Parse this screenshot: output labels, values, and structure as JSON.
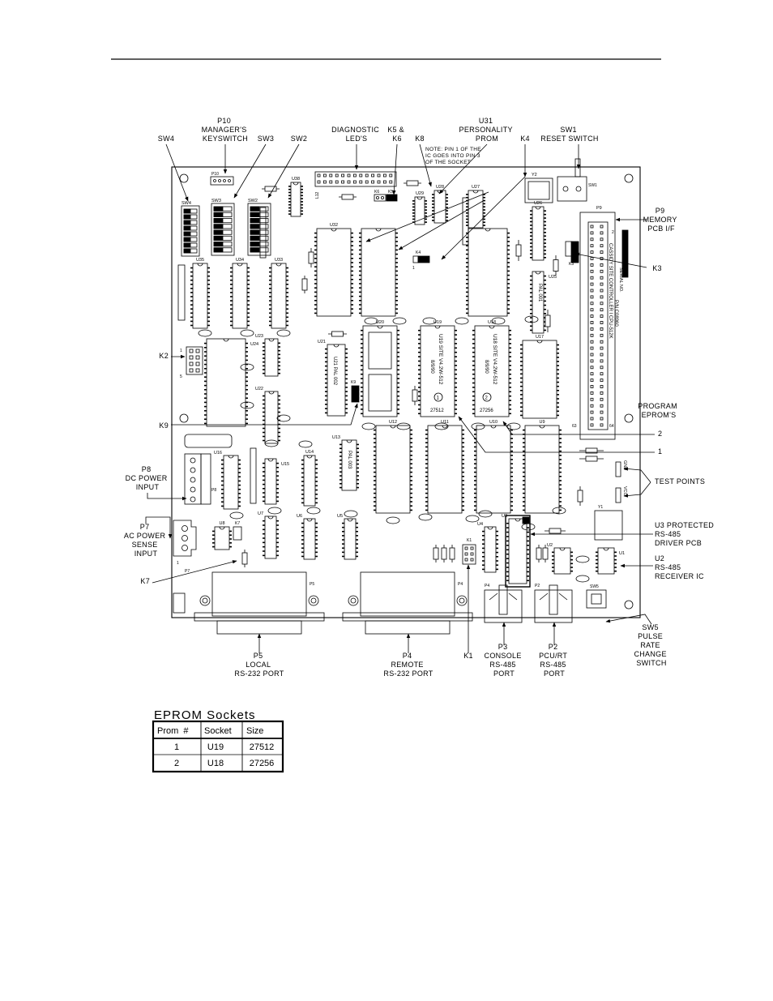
{
  "callouts": {
    "sw4": "SW4",
    "p10": [
      "P10",
      "MANAGER'S",
      "KEYSWITCH"
    ],
    "sw3": "SW3",
    "sw2": "SW2",
    "diag": [
      "DIAGNOSTIC",
      "LED'S"
    ],
    "k5": [
      "K5 &",
      "K6"
    ],
    "k8": "K8",
    "note": [
      "NOTE: PIN 1 OF THE",
      "IC GOES INTO PIN 3",
      "OF THE SOCKET"
    ],
    "u31": [
      "U31",
      "PERSONALITY",
      "PROM"
    ],
    "k4": "K4",
    "sw1": [
      "SW1",
      "RESET SWITCH"
    ],
    "p9": [
      "P9",
      "MEMORY",
      "PCB I/F"
    ],
    "k3": "K3",
    "k2": "K2",
    "k9": "K9",
    "program": [
      "PROGRAM",
      "EPROM'S"
    ],
    "eprom2": "2",
    "eprom1": "1",
    "p8": [
      "P8",
      "DC POWER",
      "INPUT"
    ],
    "test": "TEST POINTS",
    "p7": [
      "P7",
      "AC POWER",
      "SENSE",
      "INPUT"
    ],
    "u3": [
      "U3 PROTECTED",
      "RS-485",
      "DRIVER PCB"
    ],
    "u2": [
      "U2",
      "RS-485",
      "RECEIVER IC"
    ],
    "k7": "K7",
    "sw5": [
      "SW5",
      "PULSE",
      "RATE",
      "CHANGE",
      "SWITCH"
    ],
    "p5": [
      "P5",
      "LOCAL",
      "RS-232 PORT"
    ],
    "p4": [
      "P4",
      "REMOTE",
      "RS-232 PORT"
    ],
    "k1": "K1",
    "p3": [
      "P3",
      "CONSOLE",
      "RS-485",
      "PORT"
    ],
    "p2": [
      "P2",
      "PCU/RT",
      "RS-485",
      "PORT"
    ]
  },
  "board": {
    "chips": [
      "U38",
      "U29",
      "U28",
      "U27",
      "U26",
      "U32",
      "U35",
      "U34",
      "U33",
      "U25",
      "U20",
      "U19",
      "U18",
      "U17",
      "U21",
      "U23",
      "U24",
      "U22",
      "U12",
      "U11",
      "U10",
      "U9",
      "U13",
      "U16",
      "U15",
      "U14",
      "U7",
      "U6",
      "U5",
      "U8",
      "U4",
      "U3",
      "U1",
      "U2"
    ],
    "connectors": [
      "P10",
      "P9",
      "P8",
      "P7",
      "P5",
      "P4",
      "P3",
      "P2",
      "SW1",
      "SW2",
      "SW3",
      "SW4",
      "SW5",
      "Y1",
      "Y2",
      "L12"
    ],
    "jumpers": [
      "K1",
      "K2",
      "K3",
      "K4",
      "K6",
      "K7",
      "K9"
    ],
    "u19_text": [
      "U19 SITE V4.2W-512",
      "8/9/90",
      "27512",
      "1"
    ],
    "u18_text": [
      "U18 SITE V4.2W-512",
      "8/9/90",
      "27256",
      "2"
    ],
    "u21_text": "U21 PAL 002",
    "u25_text": "PAL 001",
    "u13_text": "PAL 003",
    "p9_side": [
      "CASSIDY SITE CONTROLLER I CPU-512K",
      "P/N C08960",
      "SERIAL NO."
    ],
    "p9_pins": [
      "2",
      "63",
      "64"
    ],
    "tp": [
      "GND",
      "VCC"
    ]
  },
  "table": {
    "title": "EPROM Sockets",
    "headers": [
      "Prom  #",
      "Socket",
      "Size"
    ],
    "rows": [
      [
        "1",
        "U19",
        "27512"
      ],
      [
        "2",
        "U18",
        "27256"
      ]
    ]
  }
}
